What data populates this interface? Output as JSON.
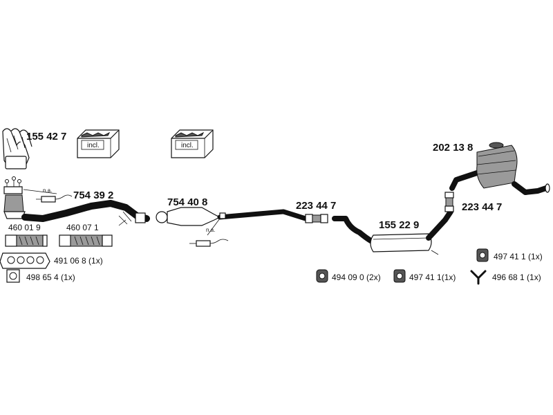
{
  "labels": {
    "manifold": "155 42 7",
    "front_pipe": "754 39 2",
    "catalyst": "754 40 8",
    "joint_mid": "223 44 7",
    "joint_rear": "223 44 7",
    "rear_muffler": "202 13 8",
    "center_muffler": "155 22 9",
    "flex_left": "460 01 9",
    "flex_right": "460 07 1",
    "gasket_manifold": "491 06 8 (1x)",
    "gasket_square": "498 65 4 (1x)",
    "ring": "494 09 0 (2x)",
    "hanger_mid": "497 41 1(1x)",
    "hanger_right": "497 41 1 (1x)",
    "clamp": "496 68 1 (1x)"
  },
  "notes": {
    "na_left": "n.a.",
    "na_mid": "n.a.",
    "incl_left": "incl.",
    "incl_right": "incl."
  },
  "icons": [
    "manifold-icon",
    "ring-icon",
    "hanger-icon",
    "hanger-icon",
    "clamp-icon",
    "gasket-icon",
    "square-gasket-icon",
    "lambda-sensor-icon",
    "flex-pipe-icon",
    "incl-box-icon"
  ]
}
